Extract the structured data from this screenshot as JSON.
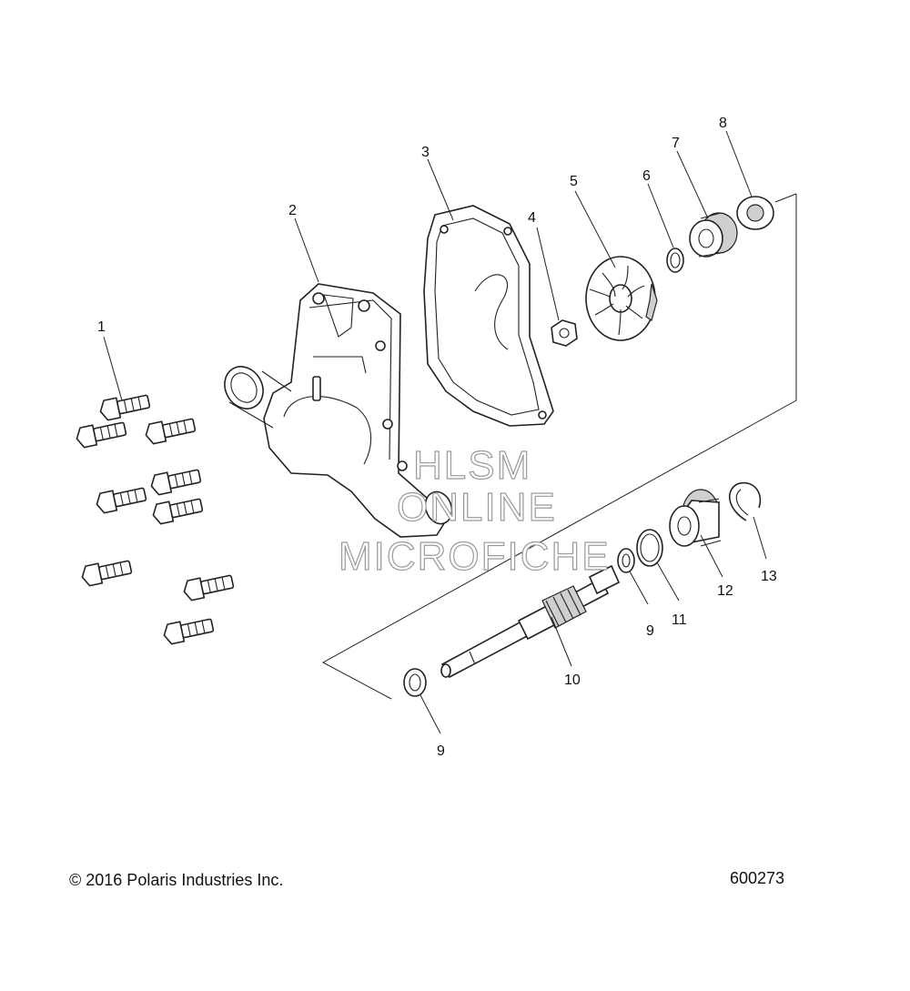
{
  "callouts": [
    {
      "id": "c1",
      "label": "1"
    },
    {
      "id": "c2",
      "label": "2"
    },
    {
      "id": "c3",
      "label": "3"
    },
    {
      "id": "c4",
      "label": "4"
    },
    {
      "id": "c5",
      "label": "5"
    },
    {
      "id": "c6",
      "label": "6"
    },
    {
      "id": "c7",
      "label": "7"
    },
    {
      "id": "c8",
      "label": "8"
    },
    {
      "id": "c9a",
      "label": "9"
    },
    {
      "id": "c9b",
      "label": "9"
    },
    {
      "id": "c10",
      "label": "10"
    },
    {
      "id": "c11",
      "label": "11"
    },
    {
      "id": "c12",
      "label": "12"
    },
    {
      "id": "c13",
      "label": "13"
    }
  ],
  "watermark": {
    "line1": "HLSM",
    "line2": "ONLINE",
    "line3": "MICROFICHE"
  },
  "footer": {
    "copyright": "© 2016 Polaris Industries Inc.",
    "figure_number": "600273"
  }
}
